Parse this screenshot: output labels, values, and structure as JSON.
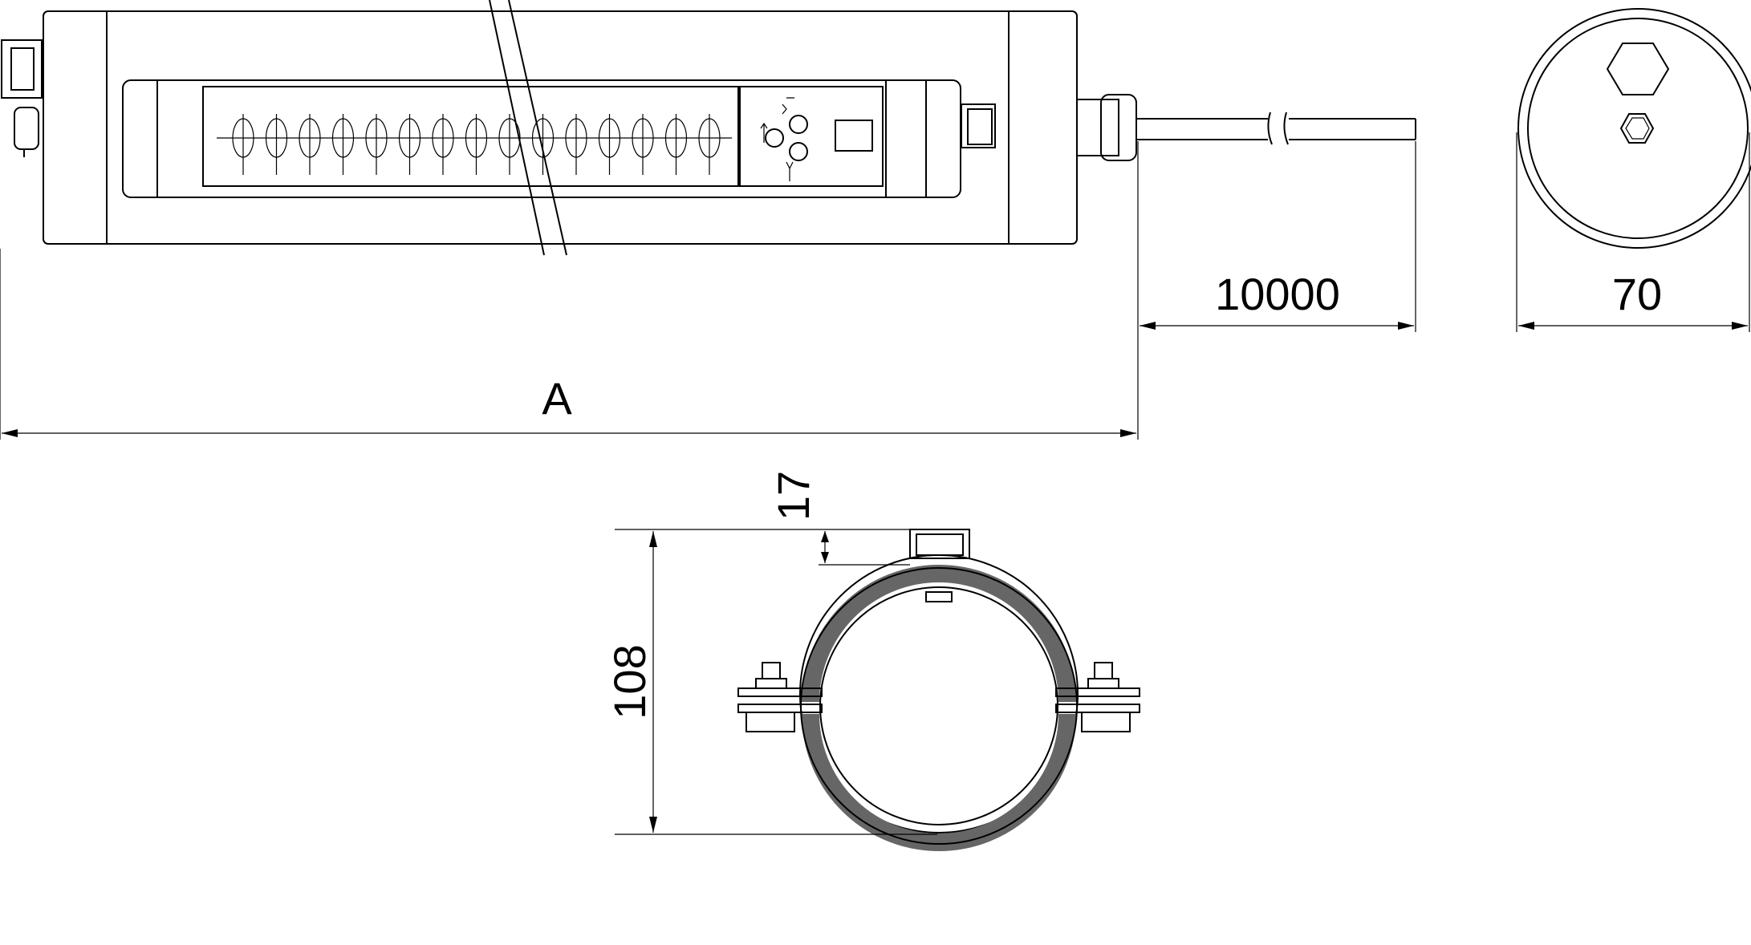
{
  "dimensions": {
    "overall_length": "A",
    "cable_length": "10000",
    "diameter": "70",
    "clamp_height": "108",
    "nut_height": "17"
  },
  "colors": {
    "line": "#000000",
    "gasket": "#666666",
    "background": "#ffffff"
  }
}
